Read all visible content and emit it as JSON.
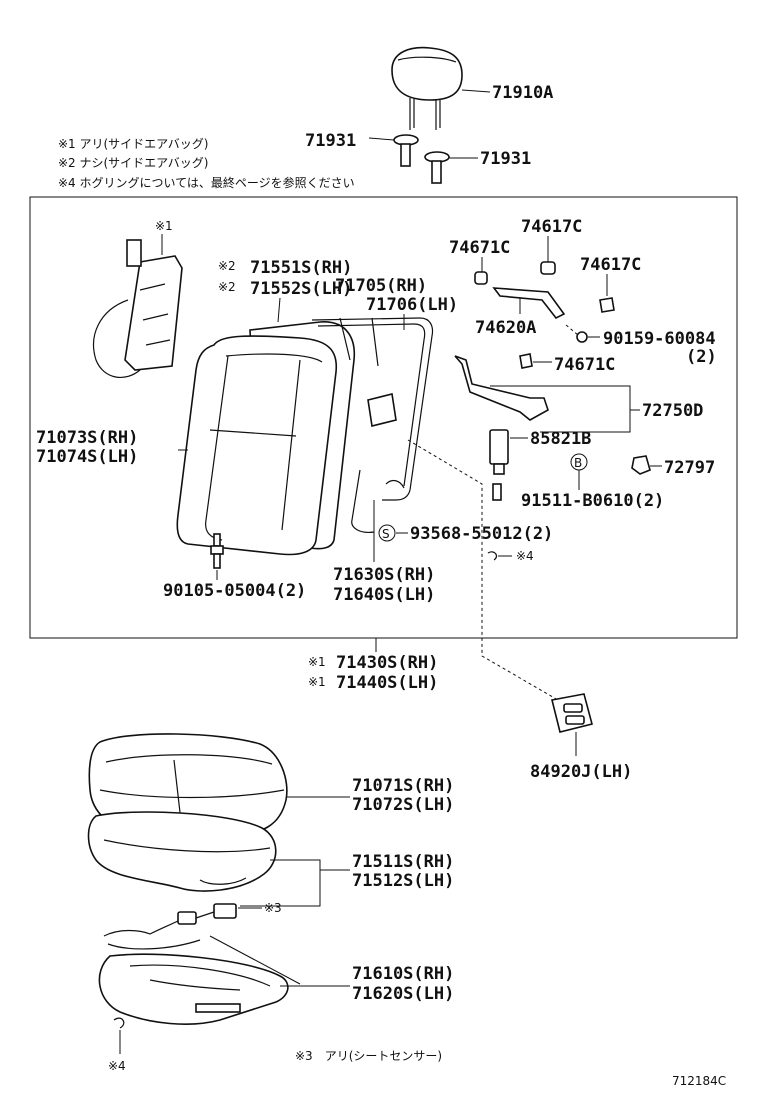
{
  "notes": {
    "note1": "※1 アリ(サイドエアバッグ)",
    "note2": "※2 ナシ(サイドエアバッグ)",
    "note4": "※4 ホグリングについては、最終ページを参照ください",
    "note3": "※3　アリ(シートセンサー)"
  },
  "marks": {
    "m1": "※1",
    "m2a": "※2",
    "m2b": "※2",
    "m1a": "※1",
    "m1b": "※1",
    "m3": "※3",
    "m4a": "※4",
    "m4b": "※4"
  },
  "parts": {
    "p71910A": "71910A",
    "p71931a": "71931",
    "p71931b": "71931",
    "p74617C_top": "74617C",
    "p74671C_top": "74671C",
    "p74617C_right": "74617C",
    "p71551S": "71551S(RH)",
    "p71552S": "71552S(LH)",
    "p71705": "71705(RH)",
    "p71706": "71706(LH)",
    "p74620A": "74620A",
    "p90159": "90159-60084",
    "p90159_qty": "(2)",
    "p74671C_low": "74671C",
    "p72750D": "72750D",
    "p71073S": "71073S(RH)",
    "p71074S": "71074S(LH)",
    "p85821B": "85821B",
    "p72797": "72797",
    "p91511": "91511-B0610(2)",
    "p93568": "93568-55012(2)",
    "p71630S": "71630S(RH)",
    "p71640S": "71640S(LH)",
    "p90105": "90105-05004(2)",
    "p71430S": "71430S(RH)",
    "p71440S": "71440S(LH)",
    "p84920J": "84920J(LH)",
    "p71071S": "71071S(RH)",
    "p71072S": "71072S(LH)",
    "p71511S": "71511S(RH)",
    "p71512S": "71512S(LH)",
    "p71610S": "71610S(RH)",
    "p71620S": "71620S(LH)"
  },
  "callout_letters": {
    "s": "S",
    "b": "B"
  },
  "drawing_code": "712184C"
}
